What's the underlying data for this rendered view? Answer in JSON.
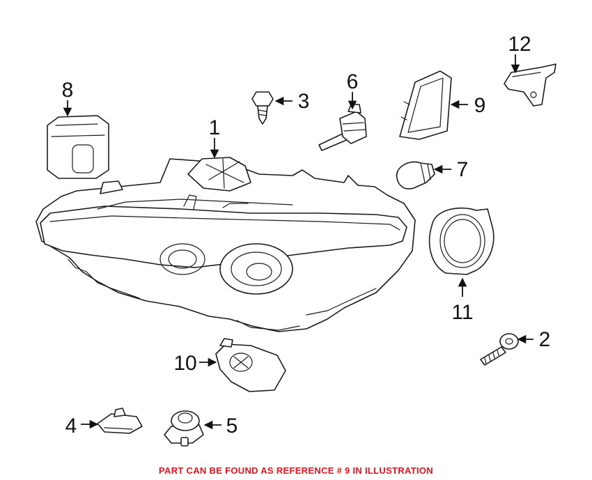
{
  "callouts": {
    "c1": "1",
    "c2": "2",
    "c3": "3",
    "c4": "4",
    "c5": "5",
    "c6": "6",
    "c7": "7",
    "c8": "8",
    "c9": "9",
    "c10": "10",
    "c11": "11",
    "c12": "12"
  },
  "note": {
    "text": "PART CAN BE FOUND AS REFERENCE # 9 IN ILLUSTRATION",
    "color": "#e0141e"
  },
  "icons": [
    "headlight-assembly-icon",
    "bolt-icon",
    "screw-icon",
    "clip-nut-icon",
    "grommet-icon",
    "bulb-socket-icon",
    "bulb-icon",
    "control-module-icon",
    "ballast-module-icon",
    "connector-icon",
    "seal-ring-icon",
    "bracket-icon"
  ]
}
